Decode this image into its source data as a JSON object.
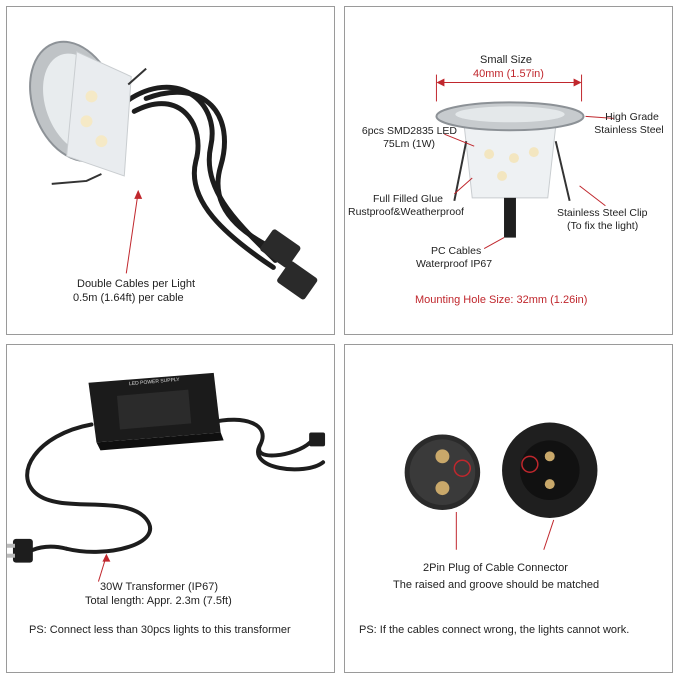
{
  "panel1": {
    "caption_line1": "Double Cables per Light",
    "caption_line2": "0.5m (1.64ft) per cable"
  },
  "panel2": {
    "size_title": "Small Size",
    "size_value": "40mm (1.57in)",
    "led_line1": "6pcs SMD2835 LED",
    "led_line2": "75Lm (1W)",
    "steel_line1": "High Grade",
    "steel_line2": "Stainless Steel",
    "glue_line1": "Full Filled Glue",
    "glue_line2": "Rustproof&Weatherproof",
    "clip_line1": "Stainless Steel Clip",
    "clip_line2": "(To fix the light)",
    "cable_line1": "PC Cables",
    "cable_line2": "Waterproof IP67",
    "mounting": "Mounting Hole Size: 32mm (1.26in)"
  },
  "panel3": {
    "box_label": "LED POWER SUPPLY",
    "caption_line1": "30W Transformer (IP67)",
    "caption_line2": "Total length: Appr. 2.3m (7.5ft)",
    "ps_note": "PS: Connect less than 30pcs lights to this transformer"
  },
  "panel4": {
    "caption_line1": "2Pin Plug of Cable Connector",
    "caption_line2": "The raised and groove should be matched",
    "ps_note": "PS: If the cables connect wrong, the lights cannot work."
  },
  "colors": {
    "accent_red": "#c0272d",
    "border": "#9a9a9a",
    "cable": "#222222"
  }
}
